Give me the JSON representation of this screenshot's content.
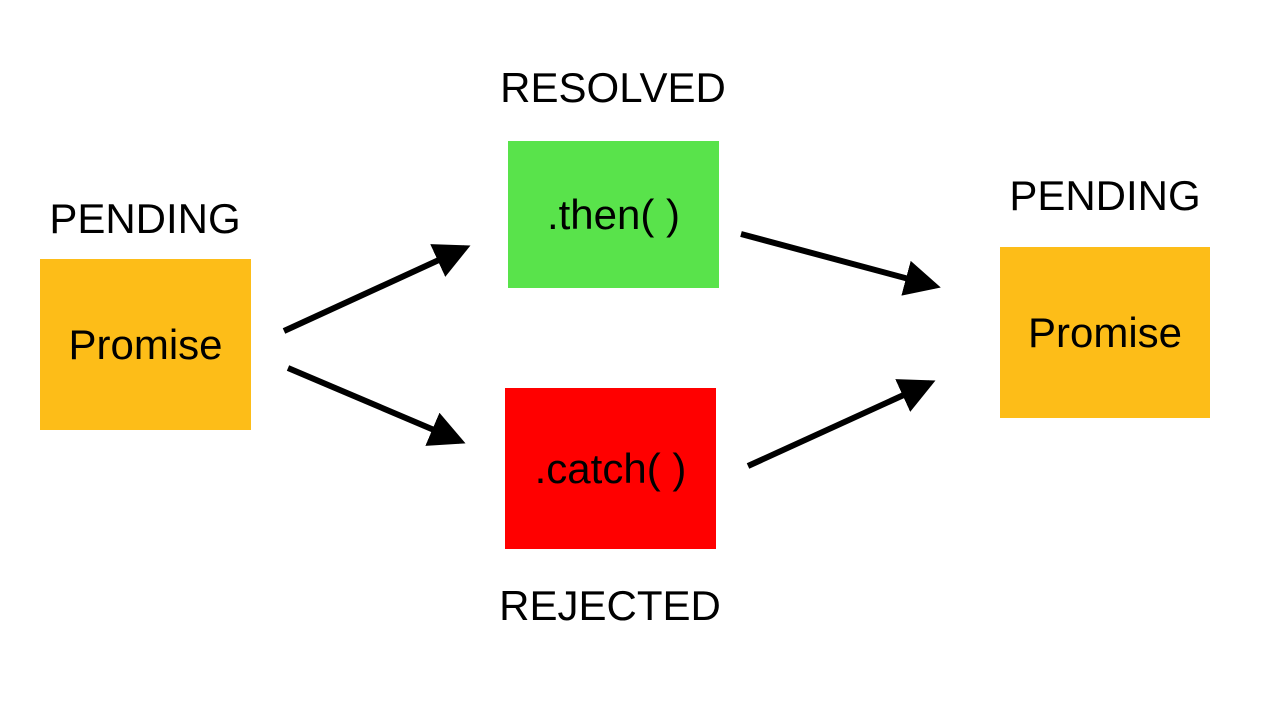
{
  "states": {
    "left_pending": "PENDING",
    "resolved": "RESOLVED",
    "rejected": "REJECTED",
    "right_pending": "PENDING"
  },
  "boxes": {
    "left_promise": {
      "label": "Promise",
      "color": "#fdbd18"
    },
    "then": {
      "label": ".then( )",
      "color": "#59e34b"
    },
    "catch": {
      "label": ".catch( )",
      "color": "#ff0000"
    },
    "right_promise": {
      "label": "Promise",
      "color": "#fdbd18"
    }
  },
  "arrow_color": "#000000"
}
